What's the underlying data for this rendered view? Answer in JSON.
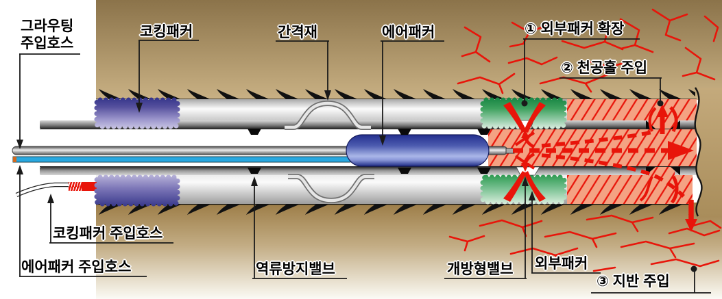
{
  "diagram": {
    "description": "multi-packer grouting injection system in borehole",
    "labels": {
      "grouting_hose_line1": "그라우팅",
      "grouting_hose_line2": "주입호스",
      "caulking_packer": "코킹패커",
      "spacer": "간격재",
      "air_packer": "에어패커",
      "step1": "① 외부패커 확장",
      "step2": "② 천공홀 주입",
      "caulking_packer_hose": "코킹패커 주입호스",
      "air_packer_hose": "에어패커 주입호스",
      "check_valve": "역류방지밸브",
      "open_valve": "개방형밸브",
      "external_packer": "외부패커",
      "step3": "③ 지반 주입"
    },
    "colors": {
      "soil_brown_dark": "#8b734a",
      "soil_brown_light": "#c9b184",
      "packer_purple": "#34348a",
      "packer_green": "#1d8a46",
      "air_packer_blue": "#232f8e",
      "grout_salmon": "#f4a283",
      "flow_red": "#e8150a",
      "hose_blue": "#29a8e0",
      "line_black": "#1a1a1a"
    }
  }
}
